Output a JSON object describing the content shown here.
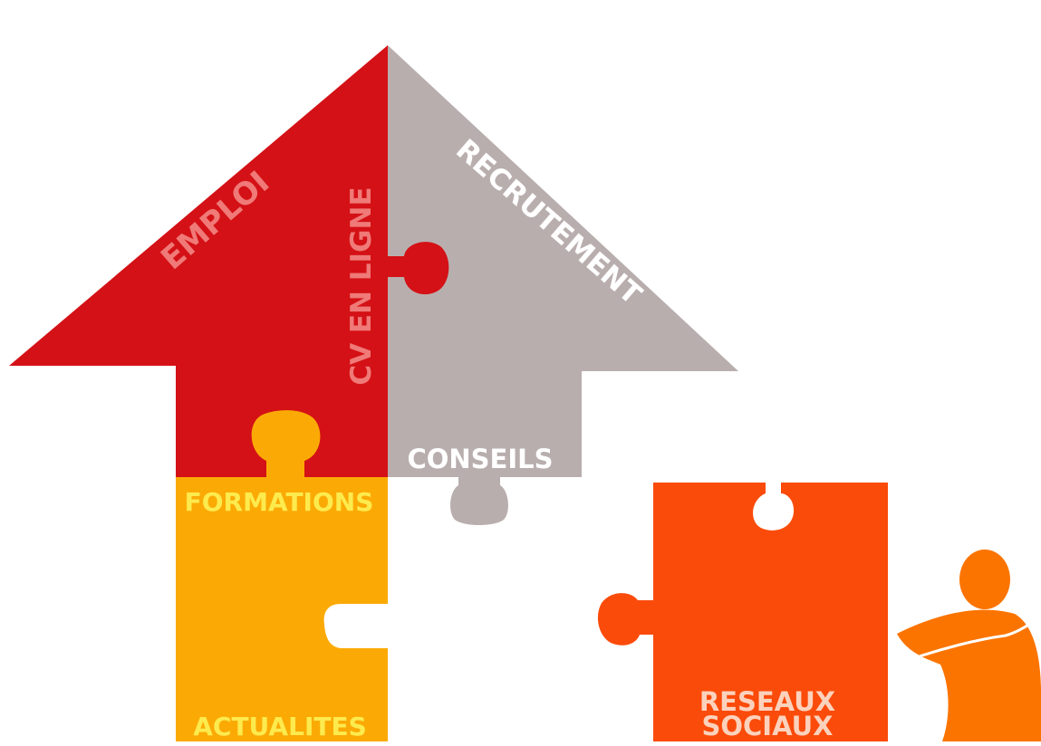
{
  "colors": {
    "emploi_red": "#d41116",
    "recrutement_grey": "#b9aeae",
    "formations_yellow": "#fbaa05",
    "reseaux_orange": "#fb4b0a",
    "figure_orange": "#fb7400",
    "red_text": "#ef7a78",
    "grey_text": "#ffffff",
    "yellow_text": "#fdeb4e",
    "orange_text": "#fcd2bd"
  },
  "pieces": {
    "emploi": {
      "label": "EMPLOI"
    },
    "cv_en_ligne": {
      "label": "CV EN LIGNE"
    },
    "recrutement": {
      "label": "RECRUTEMENT"
    },
    "conseils": {
      "label": "CONSEILS"
    },
    "formations": {
      "label": "FORMATIONS"
    },
    "actualites": {
      "label": "ACTUALITES"
    },
    "reseaux_sociaux": {
      "line1": "RESEAUX",
      "line2": "SOCIAUX"
    }
  },
  "figure": {
    "icon": "person-pushing-icon"
  }
}
